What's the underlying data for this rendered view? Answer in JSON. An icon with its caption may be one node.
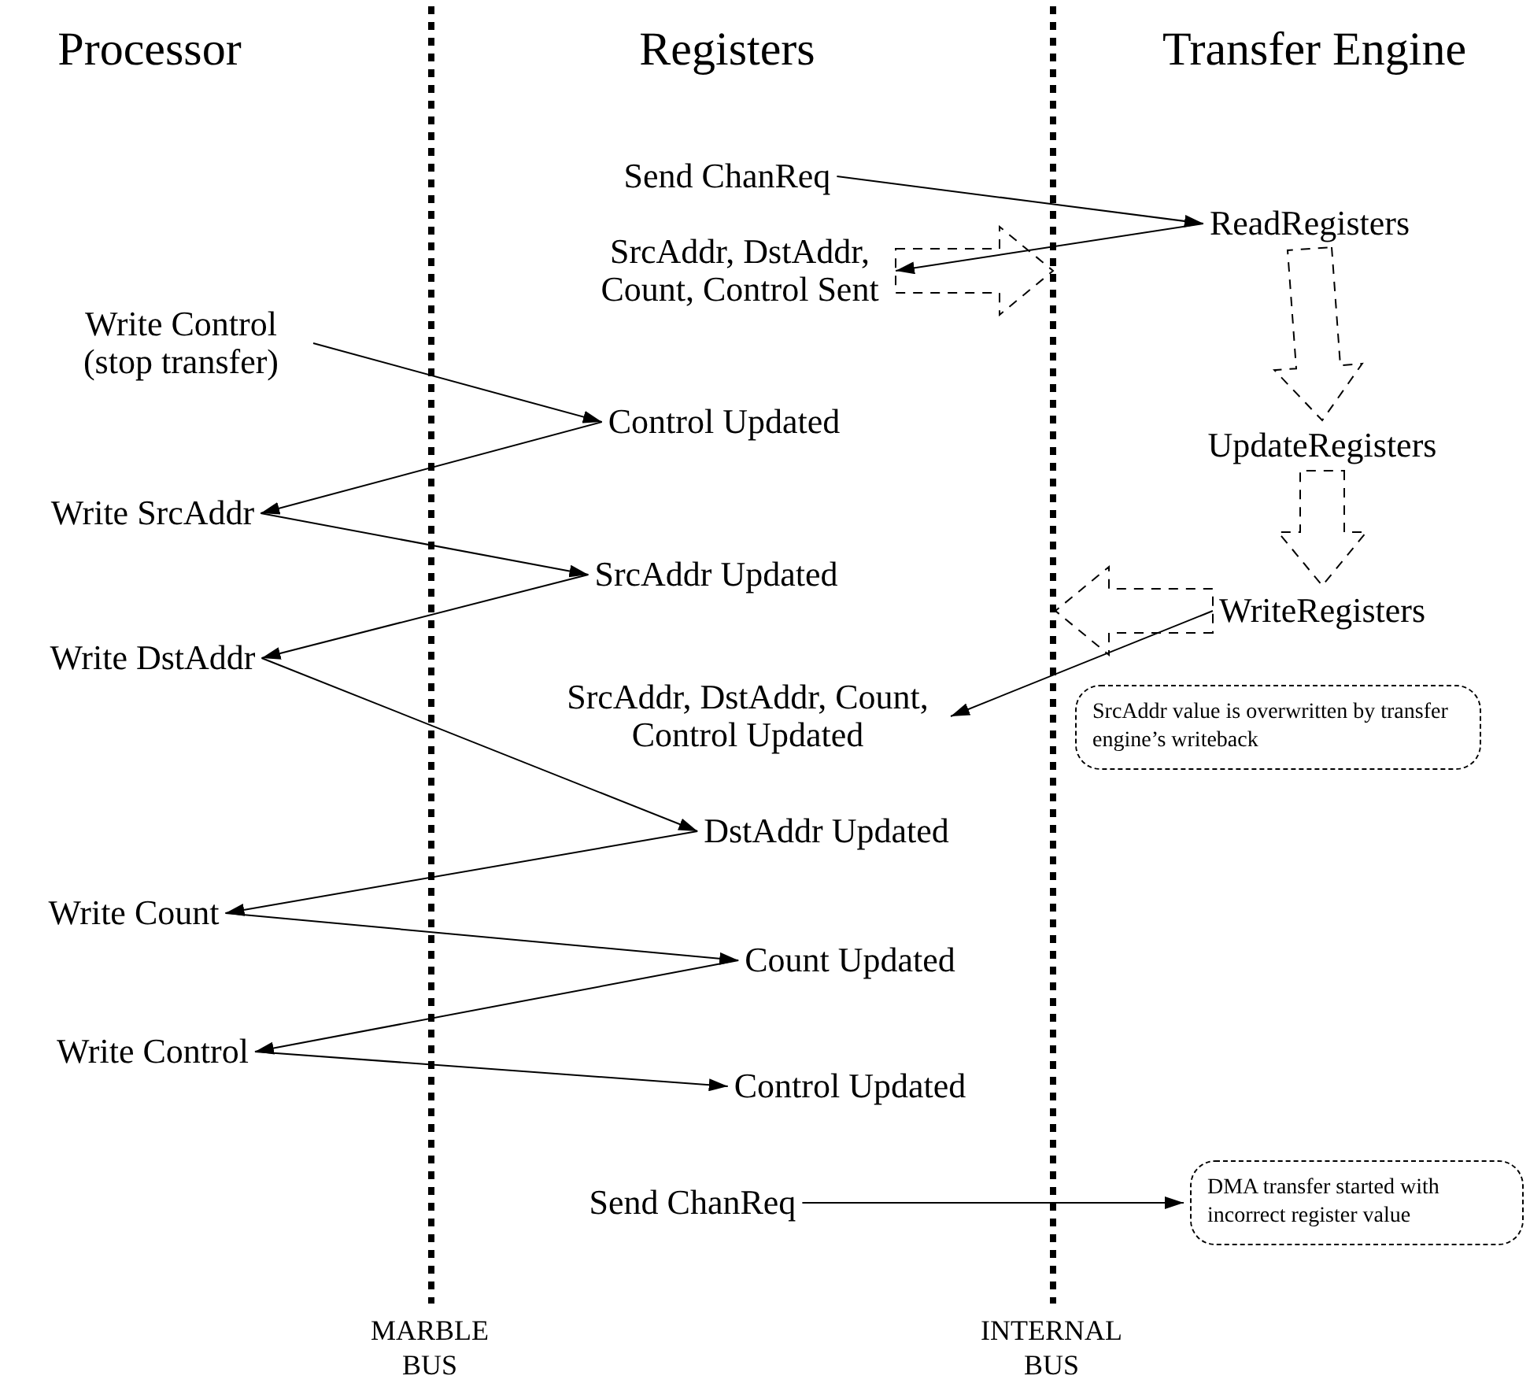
{
  "diagram": {
    "nodes": [
      {
        "text": [
          "Send ChanReq"
        ]
      },
      {
        "text": [
          "ReadRegisters"
        ]
      },
      {
        "text": [
          "SrcAddr, DstAddr, Count, Control Sent"
        ]
      },
      {
        "text": [
          "Write Control (stop transfer)"
        ]
      },
      {
        "text": [
          "Control Updated"
        ]
      },
      {
        "text": [
          "UpdateRegisters"
        ]
      },
      {
        "text": [
          "Write SrcAddr"
        ]
      },
      {
        "text": [
          "SrcAddr Updated"
        ]
      },
      {
        "text": [
          "WriteRegisters"
        ]
      },
      {
        "text": [
          "Write DstAddr"
        ]
      },
      {
        "text": [
          "SrcAddr, DstAddr, Count, Control Updated"
        ]
      },
      {
        "text": [
          "SrcAddr value is overwritten by transfer engine’s writeback"
        ]
      },
      {
        "text": [
          "DstAddr Updated"
        ]
      },
      {
        "text": [
          "Write Count"
        ]
      },
      {
        "text": [
          "Count Updated"
        ]
      },
      {
        "text": [
          "Write Control"
        ]
      },
      {
        "text": [
          "Control Updated"
        ]
      },
      {
        "text": [
          "Send ChanReq"
        ]
      },
      {
        "text": [
          "DMA transfer started with incorrect register value"
        ]
      }
    ],
    "edges": [
      {
        "from": 0,
        "to": 1,
        "arrow": "to"
      },
      {
        "from": 1,
        "to": 2,
        "arrow": "to"
      },
      {
        "from": 2,
        "to": null,
        "arrow": "to",
        "style": "dashed"
      },
      {
        "from": 1,
        "to": 5,
        "arrow": "to",
        "style": "dashed"
      },
      {
        "from": 3,
        "to": 4,
        "arrow": "to"
      },
      {
        "from": 4,
        "to": 6,
        "arrow": "to"
      },
      {
        "from": 5,
        "to": 8,
        "arrow": "to",
        "style": "dashed"
      },
      {
        "from": 6,
        "to": 7,
        "arrow": "to"
      },
      {
        "from": 8,
        "to": null,
        "arrow": "to",
        "style": "dashed"
      },
      {
        "from": 7,
        "to": 9,
        "arrow": "to"
      },
      {
        "from": 8,
        "to": 10,
        "arrow": "to"
      },
      {
        "from": 9,
        "to": 12,
        "arrow": "to"
      },
      {
        "from": 12,
        "to": 13,
        "arrow": "to"
      },
      {
        "from": 13,
        "to": 14,
        "arrow": "to"
      },
      {
        "from": 14,
        "to": 15,
        "arrow": "to"
      },
      {
        "from": 15,
        "to": 16,
        "arrow": "to"
      },
      {
        "from": 17,
        "to": 18,
        "arrow": "to"
      }
    ],
    "labels": [
      "Processor",
      "Registers",
      "Transfer Engine",
      "MARBLE BUS",
      "INTERNAL BUS"
    ]
  }
}
